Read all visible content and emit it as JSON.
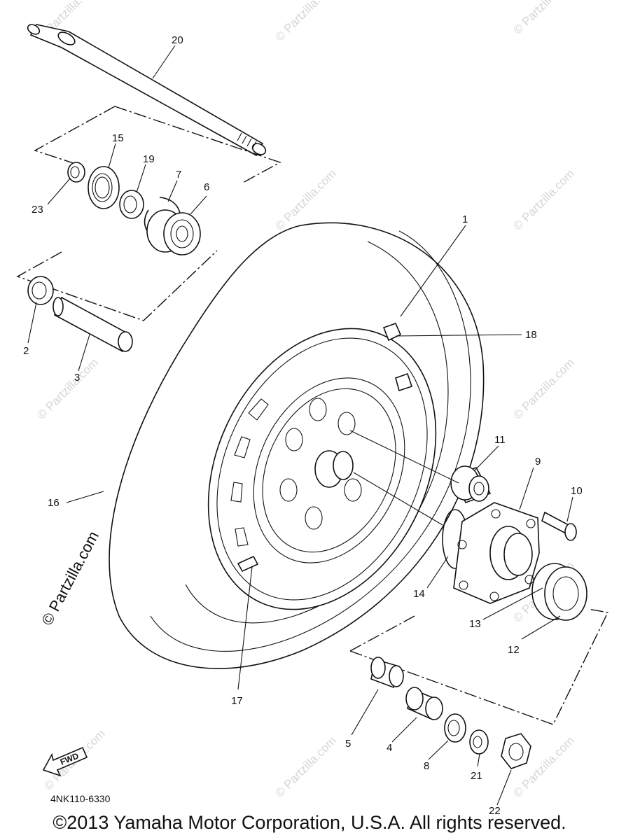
{
  "labels": {
    "p1": "1",
    "p2": "2",
    "p3": "3",
    "p4": "4",
    "p5": "5",
    "p6": "6",
    "p7": "7",
    "p8": "8",
    "p9": "9",
    "p10": "10",
    "p11": "11",
    "p12": "12",
    "p13": "13",
    "p14": "14",
    "p15": "15",
    "p16": "16",
    "p17": "17",
    "p18": "18",
    "p19": "19",
    "p20": "20",
    "p21": "21",
    "p22": "22",
    "p23": "23"
  },
  "watermark": "© Partzilla.com",
  "diagram_code": "4NK110-6330",
  "fwd_arrow": "FWD",
  "footer": "©2013 Yamaha Motor Corporation, U.S.A. All rights reserved."
}
